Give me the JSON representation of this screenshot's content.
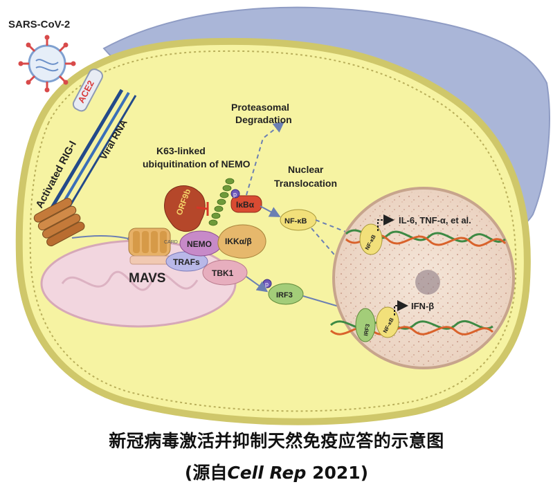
{
  "labels": {
    "virus": "SARS-CoV-2",
    "ace2": "ACE2",
    "viral_rna": "Viral RNA",
    "rig_i": "Activated RIG-I",
    "k63_line1": "K63-linked",
    "k63_line2": "ubiquitination  of NEMO",
    "proteasomal_line1": "Proteasomal",
    "proteasomal_line2": "Degradation",
    "nuclear_line1": "Nuclear",
    "nuclear_line2": "Translocation",
    "orf9b": "ORF9b",
    "ikba": "IκBα",
    "p": "p",
    "nemo": "NEMO",
    "ikk": "IKKα/β",
    "traf": "TRAFs",
    "tbk1": "TBK1",
    "mavs": "MAVS",
    "card": "CARD",
    "nfkb": "NF-κB",
    "irf3": "IRF3",
    "il6": "IL-6, TNF-α, et al.",
    "ifnb": "IFN-β"
  },
  "caption": {
    "line1": "新冠病毒激活并抑制天然免疫应答的示意图",
    "line2_prefix": "(源自",
    "line2_journal": "Cell Rep",
    "line2_suffix": " 2021)"
  },
  "colors": {
    "cell": "#f6f3a2",
    "cell_border": "#cfc76a",
    "extracellular": "#aab6d8",
    "mitochondria": "#f2d6df",
    "nucleus": "#f3e2d4",
    "orf9b": "#b5472a",
    "ikba": "#d94b32",
    "nemo": "#c78ac8",
    "ikk": "#e6b86c",
    "traf": "#b9b8e8",
    "tbk1": "#e7aebe",
    "nfkb": "#f2e07a",
    "irf3": "#a3cd79",
    "ace2": "#d93a3a"
  }
}
